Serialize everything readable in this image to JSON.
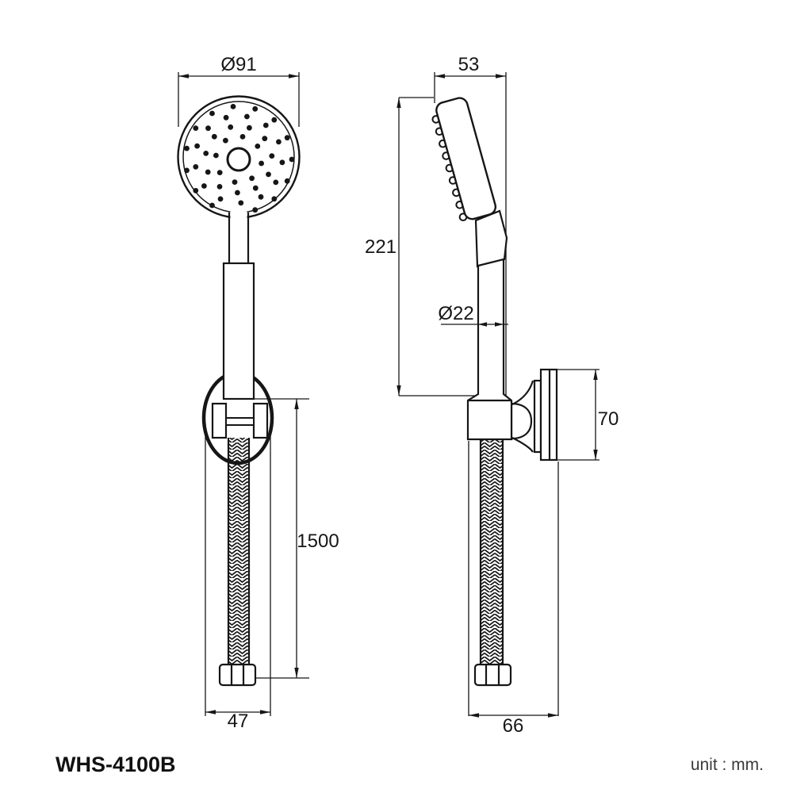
{
  "page": {
    "background": "#ffffff",
    "line_color": "#161616"
  },
  "front_view": {
    "dims": {
      "head_diameter": "Ø91",
      "hose_length": "1500",
      "bracket_width": "47"
    }
  },
  "side_view": {
    "dims": {
      "head_depth": "53",
      "head_handle_length": "221",
      "handle_diameter": "Ø22",
      "bracket_height": "70",
      "wall_clearance": "66"
    }
  },
  "footer": {
    "model": "WHS-4100B",
    "unit_note": "unit : mm."
  }
}
